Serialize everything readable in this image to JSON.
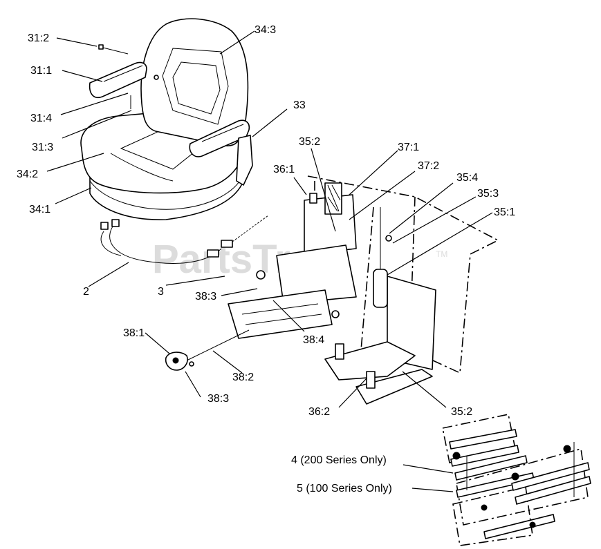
{
  "watermark": {
    "text": "PartsTree",
    "tm": "TM"
  },
  "labels": {
    "l31_2": "31:2",
    "l31_1": "31:1",
    "l31_4": "31:4",
    "l31_3": "31:3",
    "l34_2": "34:2",
    "l34_1": "34:1",
    "l34_3": "34:3",
    "l33": "33",
    "l35_2a": "35:2",
    "l37_1": "37:1",
    "l37_2": "37:2",
    "l36_1": "36:1",
    "l35_4": "35:4",
    "l35_3": "35:3",
    "l35_1": "35:1",
    "l2": "2",
    "l3": "3",
    "l38_3a": "38:3",
    "l38_4": "38:4",
    "l38_1": "38:1",
    "l38_2": "38:2",
    "l38_3b": "38:3",
    "l36_2": "36:2",
    "l35_2b": "35:2",
    "l4": "4 (200 Series Only)",
    "l5": "5 (100 Series Only)"
  }
}
